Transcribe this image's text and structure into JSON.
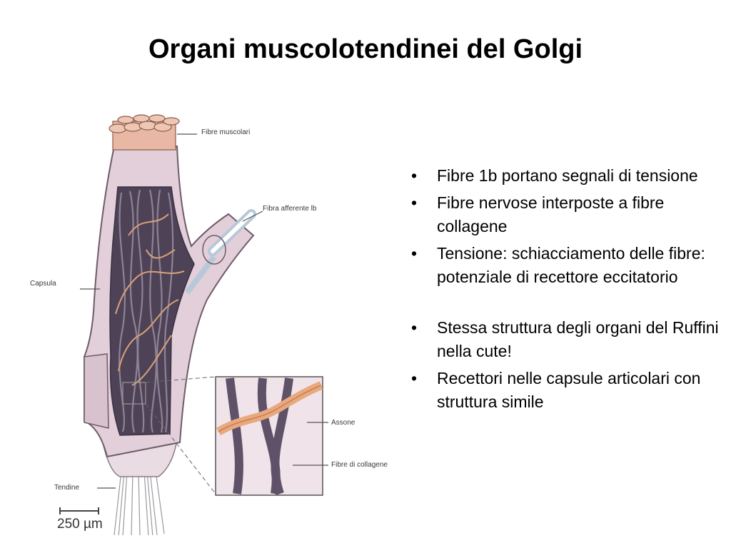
{
  "title": "Organi muscolotendinei del Golgi",
  "bullets": [
    "Fibre 1b portano segnali di tensione",
    "Fibre nervose interposte a fibre collagene",
    "Tensione: schiacciamento delle fibre: potenziale di recettore eccitatorio",
    "Stessa struttura degli organi del Ruffini nella cute!",
    "Recettori nelle capsule articolari con struttura simile"
  ],
  "diagram": {
    "labels": {
      "muscle_fibers": "Fibre muscolari",
      "afferent_fiber": "Fibra afferente lb",
      "capsule": "Capsula",
      "axon": "Assone",
      "collagen_fibers": "Fibre di collagene",
      "tendon": "Tendine"
    },
    "scale_bar": "250 µm",
    "colors": {
      "capsule": "#e2cfd9",
      "capsule_dark": "#b89aab",
      "collagen": "#6a5d70",
      "axon": "#e8a97e",
      "nerve_sheath": "#b8c8d8"
    }
  }
}
